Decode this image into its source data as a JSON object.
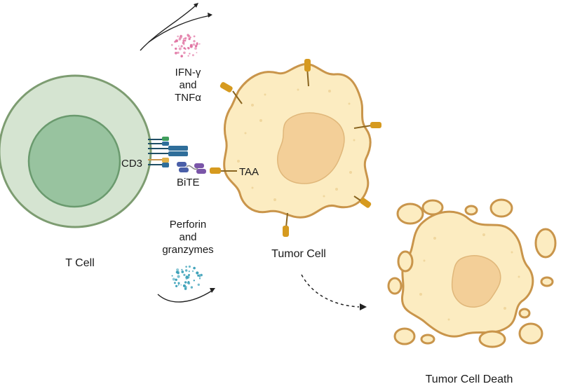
{
  "labels": {
    "t_cell": "T Cell",
    "tumor_cell": "Tumor Cell",
    "tumor_cell_death": "Tumor Cell Death",
    "cd3": "CD3",
    "bite": "BiTE",
    "taa": "TAA",
    "cytokines": [
      "IFN-γ",
      "and",
      "TNFα"
    ],
    "cytotoxic": [
      "Perforin",
      "and",
      "granzymes"
    ]
  },
  "colors": {
    "t_cell_outer": "#d5e4d1",
    "t_cell_outer_stroke": "#7d9c71",
    "t_cell_nucleus": "#98c39f",
    "t_cell_nucleus_stroke": "#6a9a6e",
    "tumor_body": "#fcecc1",
    "tumor_stroke": "#c9954b",
    "tumor_nucleus": "#f3cf98",
    "receptor_orange": "#d69a1f",
    "receptor_blue": "#2f6e9a",
    "receptor_green": "#3f9e5c",
    "bite_purple": "#7a55a8",
    "bite_blue": "#4a5fa8",
    "cytokine_pink": "#e070a0",
    "granule_teal": "#3aa0b8",
    "arrow": "#222222"
  },
  "icons": [
    "t-cell-icon",
    "tumor-cell-icon",
    "dying-tumor-cell-icon",
    "bite-antibody-icon",
    "cd3-receptor-icon",
    "taa-antigen-icon",
    "cytokine-cloud-icon",
    "granule-cloud-icon"
  ]
}
